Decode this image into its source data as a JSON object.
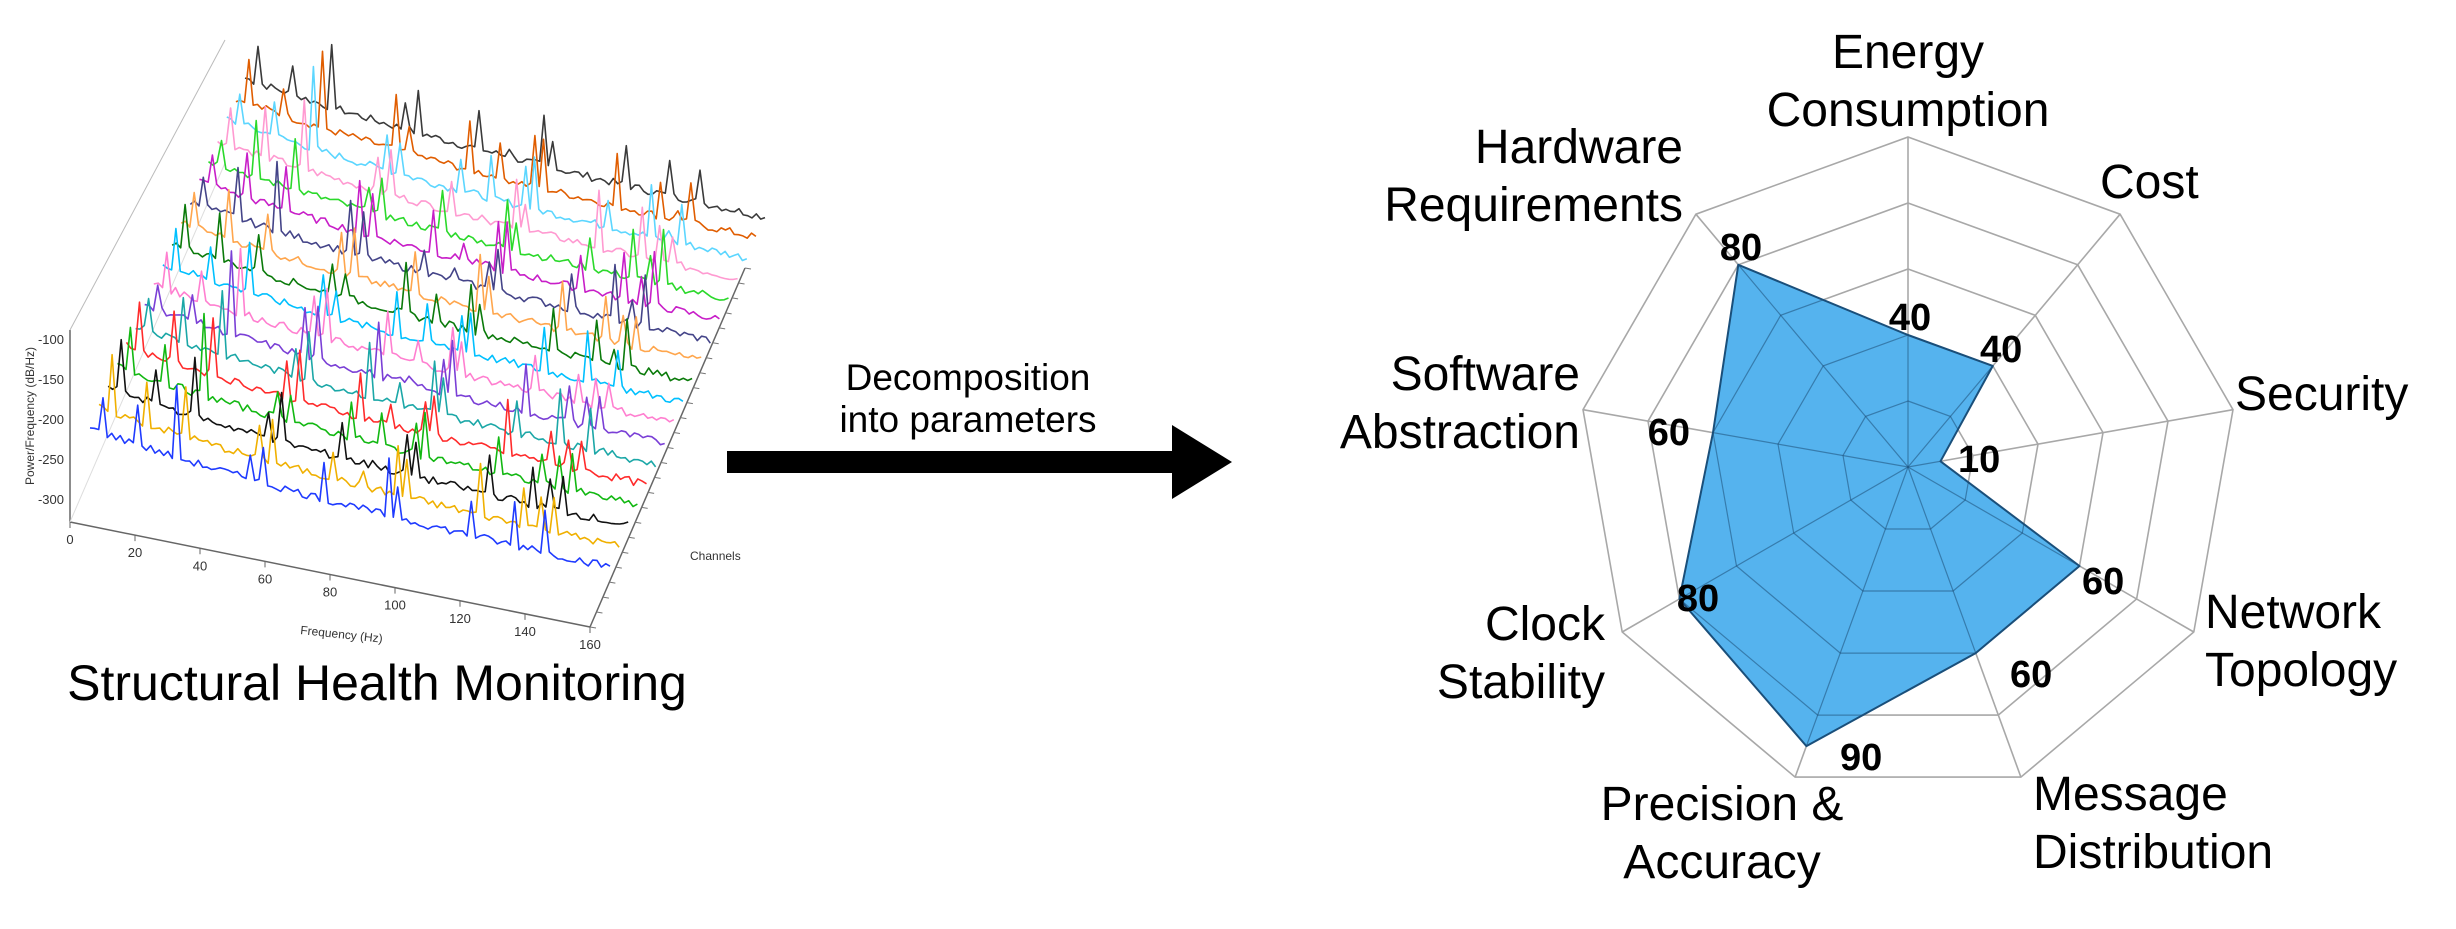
{
  "left_panel": {
    "caption": "Structural Health Monitoring",
    "plot": {
      "x_axis_label": "Frequency (Hz)",
      "y_axis_label": "Power/Frequency (dB/Hz)",
      "z_axis_label": "Channels",
      "x_ticks": [
        "0",
        "20",
        "40",
        "60",
        "80",
        "100",
        "120",
        "140",
        "160"
      ],
      "y_ticks": [
        "-100",
        "-150",
        "-200",
        "-250",
        "-300"
      ],
      "series_colors": [
        "#1f3bff",
        "#f0b000",
        "#111111",
        "#12b812",
        "#ff2b2b",
        "#1ba7a7",
        "#7a3fd6",
        "#ff7fd0",
        "#00c0ff",
        "#0a7a0a",
        "#ffa64d",
        "#444488",
        "#c81ec8",
        "#2bd92b",
        "#ff9ad1",
        "#5cd6ff",
        "#e05d00",
        "#3a3a3a"
      ]
    }
  },
  "arrow": {
    "label_line1": "Decomposition",
    "label_line2": "into parameters"
  },
  "chart_data": {
    "type": "radar",
    "scale_max": 100,
    "rings": 5,
    "fill_color": "#55b3ee",
    "stroke_color": "#1a4f7a",
    "axes": [
      {
        "label_lines": [
          "Energy",
          "Consumption"
        ],
        "value": 40,
        "value_label": "40"
      },
      {
        "label_lines": [
          "Cost"
        ],
        "value": 40,
        "value_label": "40"
      },
      {
        "label_lines": [
          "Security"
        ],
        "value": 10,
        "value_label": "10"
      },
      {
        "label_lines": [
          "Network",
          "Topology"
        ],
        "value": 60,
        "value_label": "60"
      },
      {
        "label_lines": [
          "Message",
          "Distribution"
        ],
        "value": 60,
        "value_label": "60"
      },
      {
        "label_lines": [
          "Precision &",
          "Accuracy"
        ],
        "value": 90,
        "value_label": "90"
      },
      {
        "label_lines": [
          "Clock",
          "Stability"
        ],
        "value": 80,
        "value_label": "80"
      },
      {
        "label_lines": [
          "Software",
          "Abstraction"
        ],
        "value": 60,
        "value_label": "60"
      },
      {
        "label_lines": [
          "Hardware",
          "Requirements"
        ],
        "value": 80,
        "value_label": "80"
      }
    ]
  }
}
